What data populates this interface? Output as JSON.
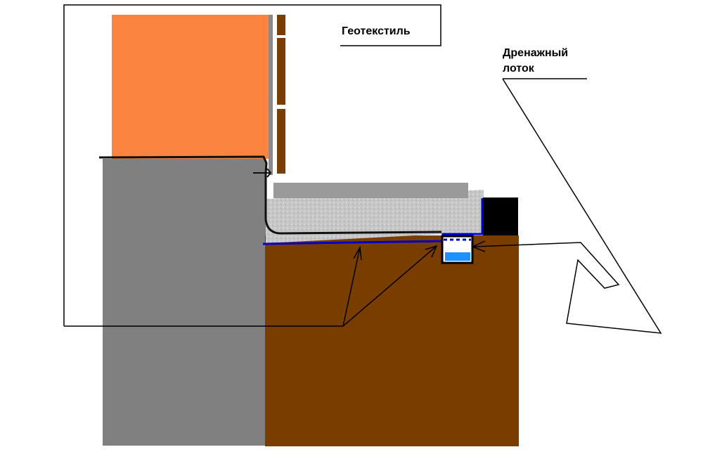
{
  "labels": {
    "geotextile": "Геотекстиль",
    "drain_line1": "Дренажный",
    "drain_line2": "лоток"
  },
  "colors": {
    "brick": "#fb8440",
    "foundation": "#808080",
    "soil": "#7a3d00",
    "gravel": "#c2c2c2",
    "paving": "#9a9a9a",
    "waterproofing": "#0000cc",
    "wood": "#7a3d00",
    "curb": "#000000",
    "water": "#1e90ff"
  }
}
